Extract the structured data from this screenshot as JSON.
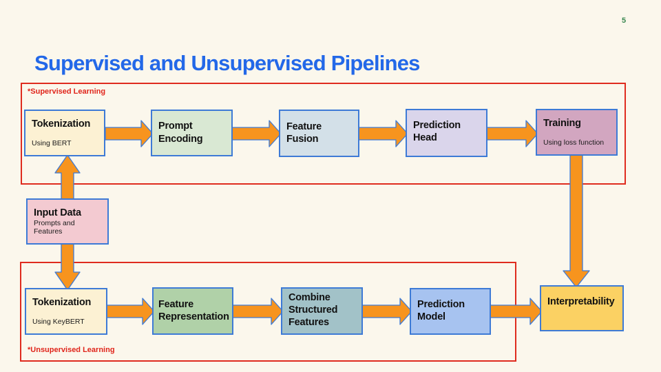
{
  "page": {
    "number": "5",
    "title": "Supervised and Unsupervised Pipelines"
  },
  "sections": {
    "supervised": {
      "label": "*Supervised Learning"
    },
    "unsupervised": {
      "label": "*Unsupervised Learning"
    }
  },
  "nodes": {
    "tokenization_supervised": {
      "title": "Tokenization",
      "subtitle": "Using BERT"
    },
    "prompt_encoding": {
      "title": "Prompt Encoding"
    },
    "feature_fusion": {
      "title": "Feature Fusion"
    },
    "prediction_head": {
      "title": "Prediction Head"
    },
    "training": {
      "title": "Training",
      "subtitle": "Using loss function"
    },
    "input_data": {
      "title": "Input Data",
      "subtitle": "Prompts and Features"
    },
    "tokenization_unsupervised": {
      "title": "Tokenization",
      "subtitle": "Using KeyBERT"
    },
    "feature_representation": {
      "title": "Feature Representation"
    },
    "combine_structured_features": {
      "title": "Combine Structured Features"
    },
    "prediction_model": {
      "title": "Prediction Model"
    },
    "interpretability": {
      "title": "Interpretability"
    }
  },
  "colors": {
    "background": "#FBF7EC",
    "title_text": "#2368E8",
    "box_border": "#3D7AD6",
    "arrow_fill": "#F7941E",
    "section_border": "#DF2B1E",
    "section_label_text": "#E0241A",
    "page_number_text": "#38874F",
    "node_fills": {
      "tokenization_supervised": "#FCF1D3",
      "prompt_encoding": "#D9E8D3",
      "feature_fusion": "#D3E0E8",
      "prediction_head": "#DAD5EB",
      "training": "#D2A6C0",
      "input_data": "#F3CAD1",
      "tokenization_unsupervised": "#FCF1D3",
      "feature_representation": "#B0D1A8",
      "combine_structured_features": "#A2C2C8",
      "prediction_model": "#A7C3F0",
      "interpretability": "#FBD163"
    }
  }
}
